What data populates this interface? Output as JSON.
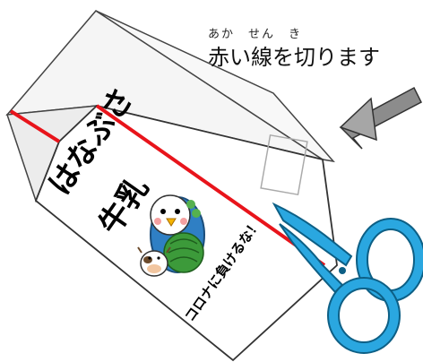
{
  "instruction": {
    "ruby": "あか　せん　き",
    "text": "赤い線を切ります"
  },
  "carton": {
    "brand_line1": "はなぶさ",
    "brand_line2": "牛乳",
    "slogan": "コロナに負けるな！"
  },
  "colors": {
    "cut_line": "#e8141b",
    "scissors": "#2aa7e0",
    "arrow": "#8c8c8c",
    "carton_face": "#ffffff",
    "carton_side": "#f2f2f2"
  }
}
